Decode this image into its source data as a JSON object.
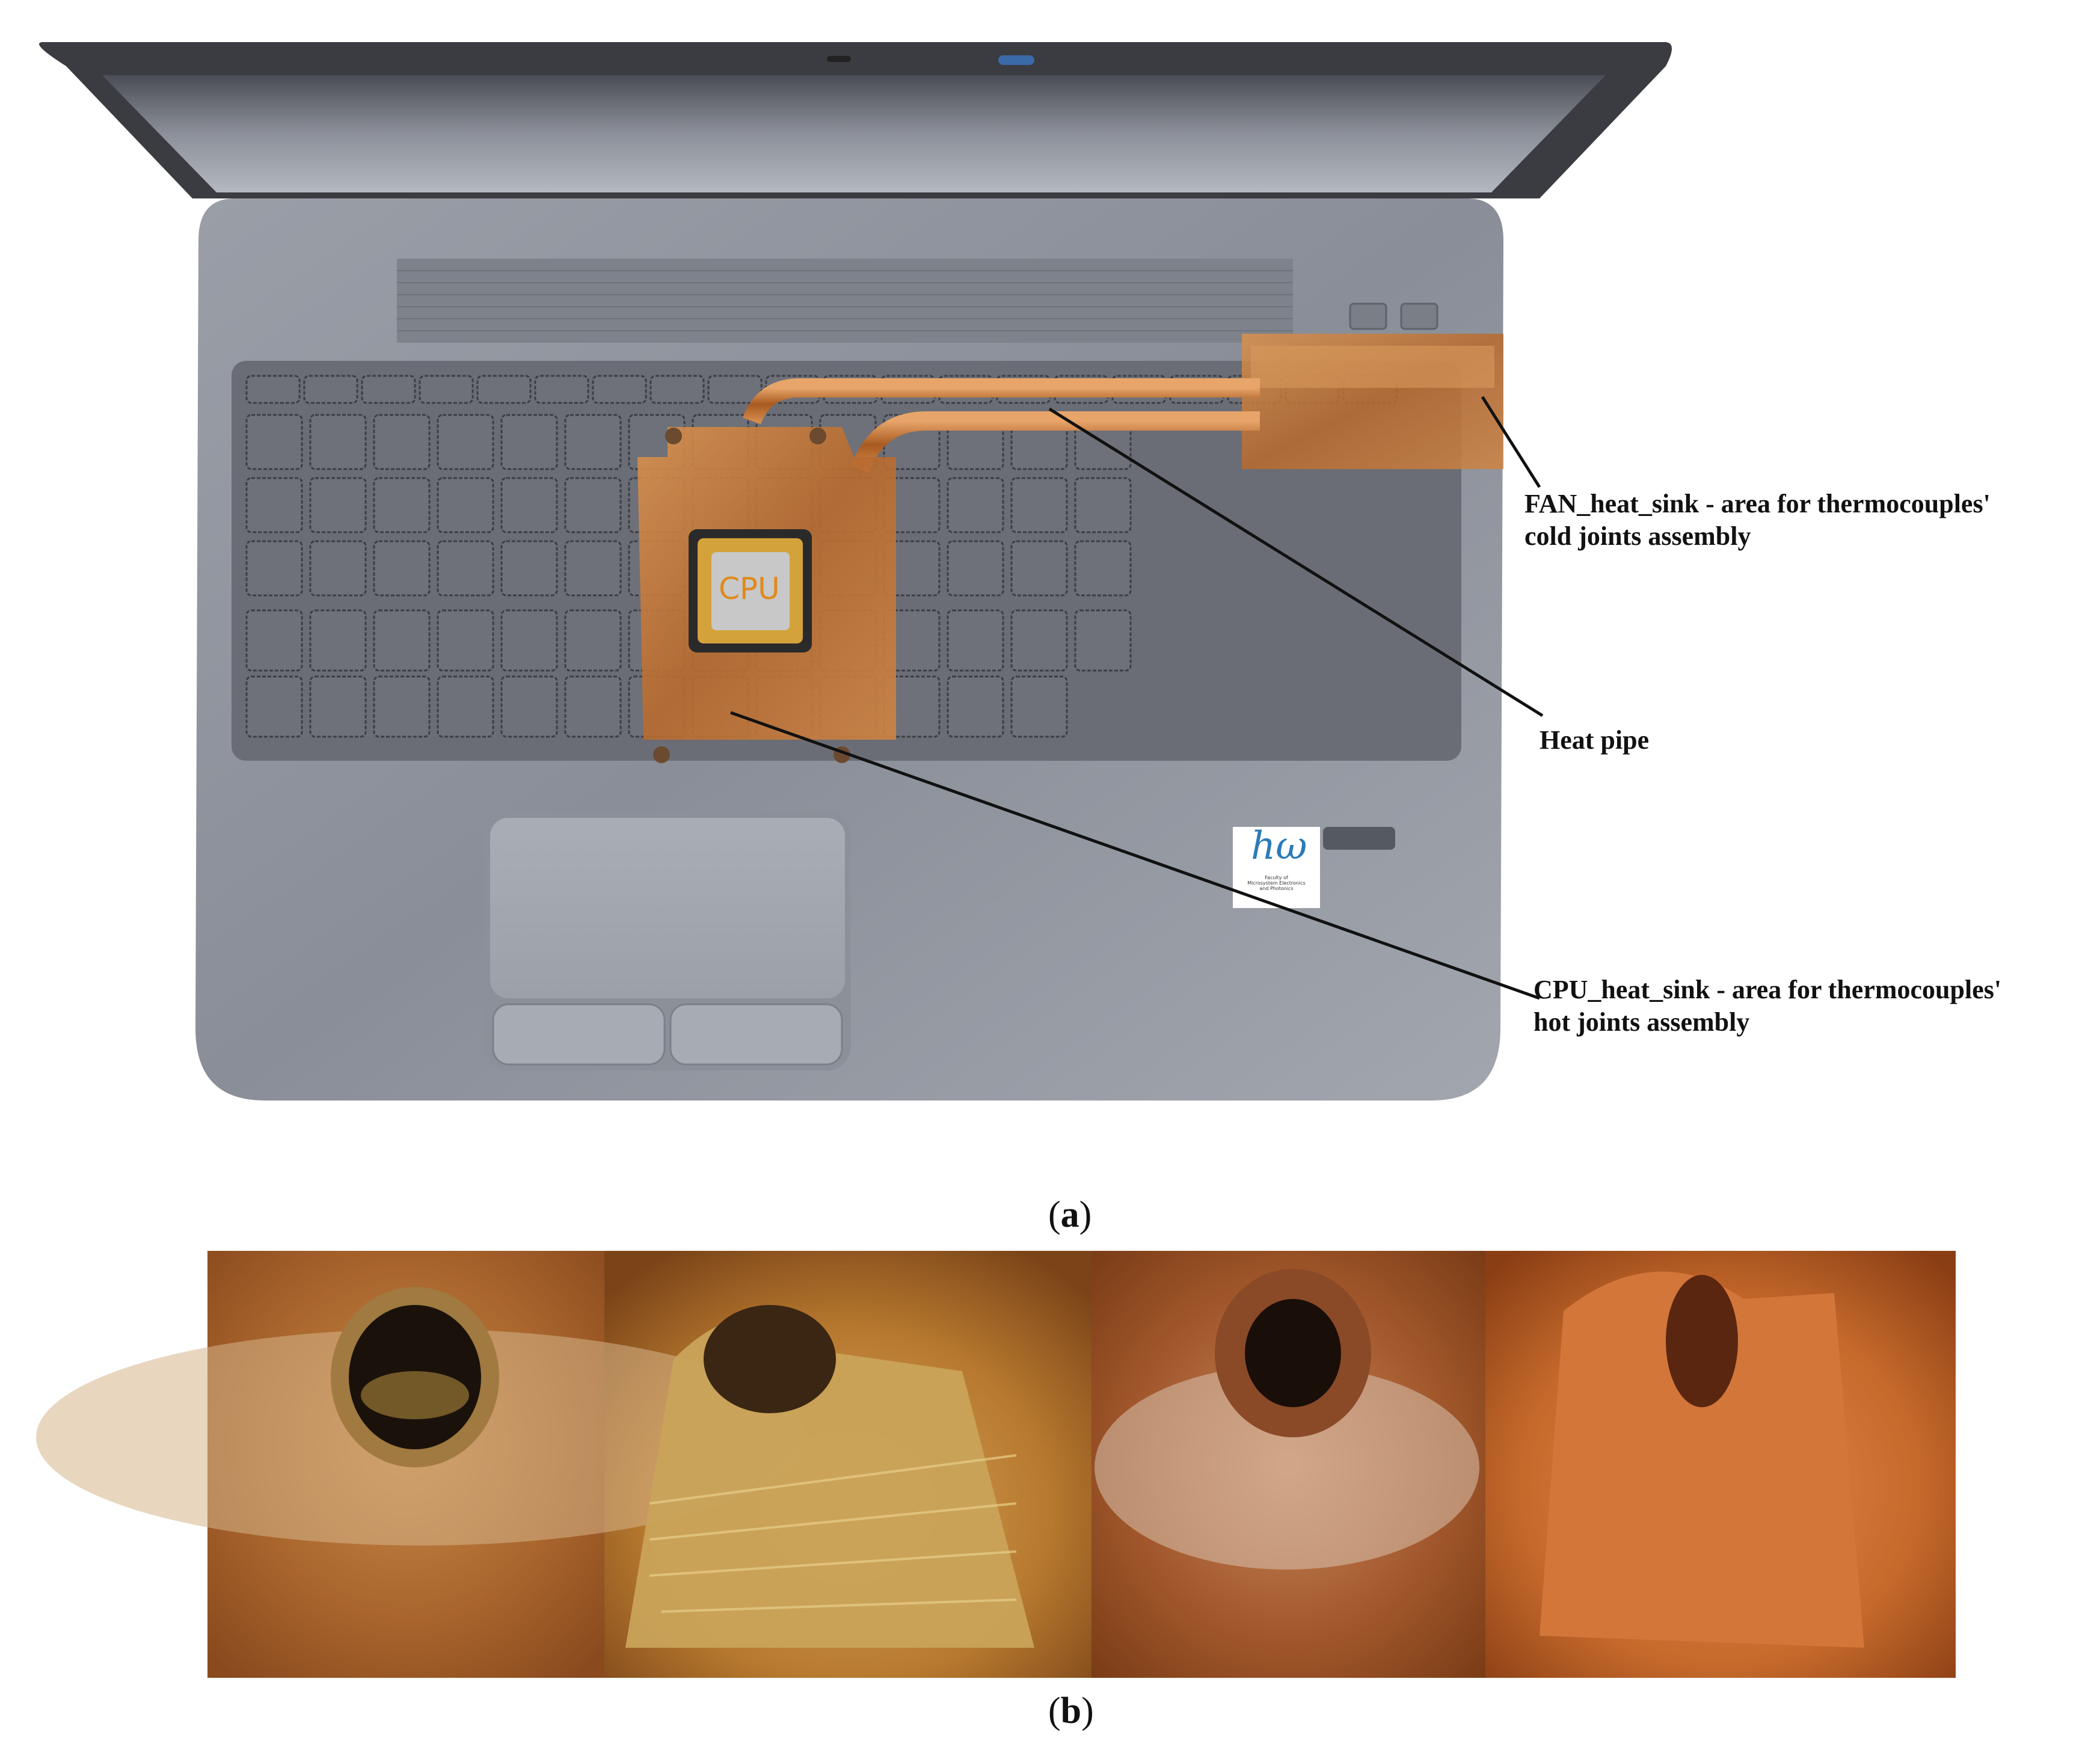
{
  "figure": {
    "cpu_chip_label": "CPU",
    "annotations": {
      "fan_heat_sink": [
        "FAN_heat_sink - area for thermocouples'",
        "cold joints assembly"
      ],
      "heat_pipe": "Heat pipe",
      "cpu_heat_sink": [
        "CPU_heat_sink - area for thermocouples'",
        "hot joints assembly"
      ]
    },
    "logo": {
      "mark": "hω",
      "sub": [
        "Faculty of",
        "Microsystem Electronics",
        "and Photonics"
      ]
    },
    "captions": {
      "a_letter": "a",
      "b_letter": "b"
    }
  },
  "colors": {
    "laptop_body": "#8a8e98",
    "keyboard_area": "#6a6d75",
    "copper": "#c87a3a",
    "annotation_line": "#111111"
  }
}
